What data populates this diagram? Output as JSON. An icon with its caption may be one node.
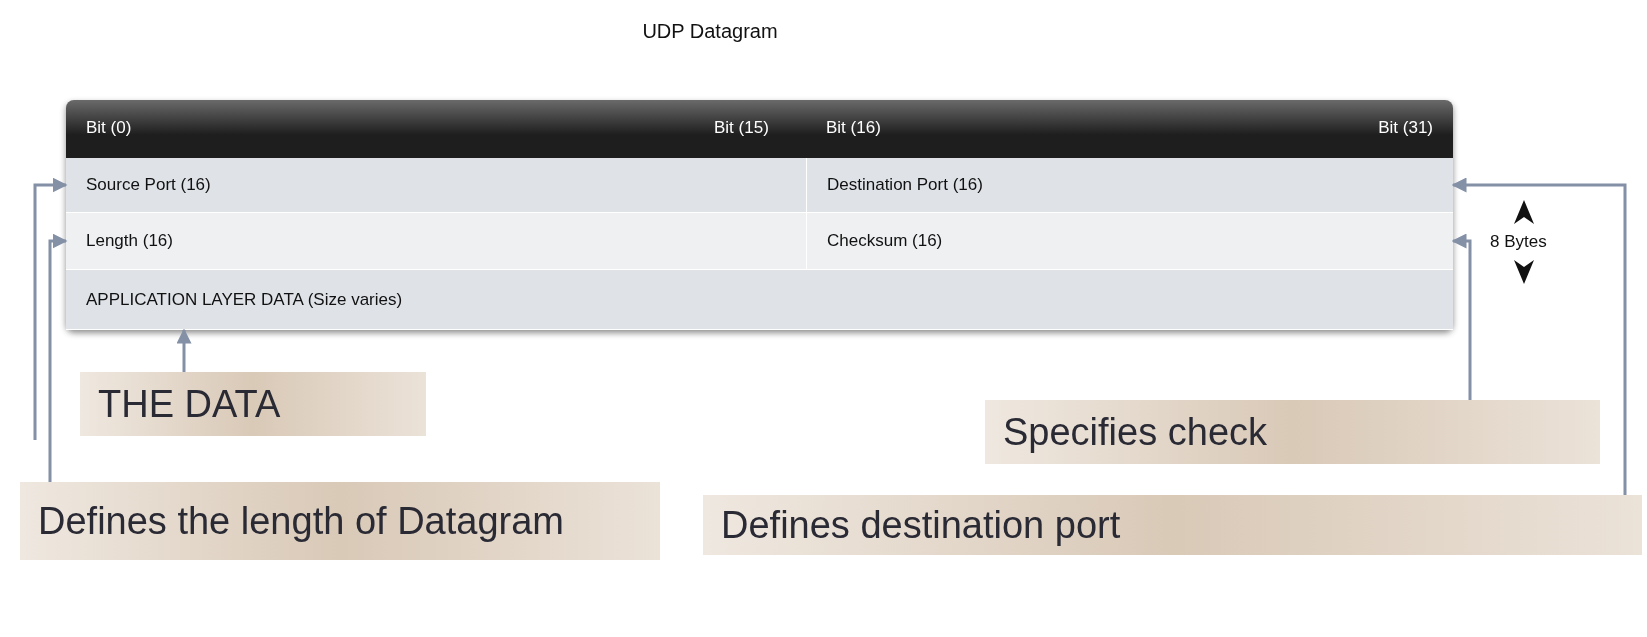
{
  "diagram": {
    "title": "UDP Datagram",
    "nodes": [
      {
        "text": [
          "Source Port (16)"
        ]
      },
      {
        "text": [
          "Destination Port (16)"
        ]
      },
      {
        "text": [
          "Length (16)"
        ]
      },
      {
        "text": [
          "Checksum (16)"
        ]
      },
      {
        "text": [
          "APPLICATION LAYER DATA (Size varies)"
        ]
      },
      {
        "text": [
          "Defines destination port"
        ]
      },
      {
        "text": [
          "Specifies check"
        ]
      },
      {
        "text": [
          "Defines the length of Datagram"
        ]
      },
      {
        "text": [
          "THE DATA"
        ]
      }
    ],
    "edges": [
      {
        "from": 5,
        "to": 1,
        "arrow": "to"
      },
      {
        "from": 6,
        "to": 3,
        "arrow": "to"
      },
      {
        "from": 7,
        "to": 2,
        "arrow": "to"
      },
      {
        "from": null,
        "to": 0,
        "arrow": "to"
      },
      {
        "from": 8,
        "to": 4,
        "arrow": "to"
      }
    ],
    "labels": [
      "Bit (0)",
      "Bit (15)",
      "Bit (16)",
      "Bit (31)",
      "8 Bytes"
    ]
  }
}
